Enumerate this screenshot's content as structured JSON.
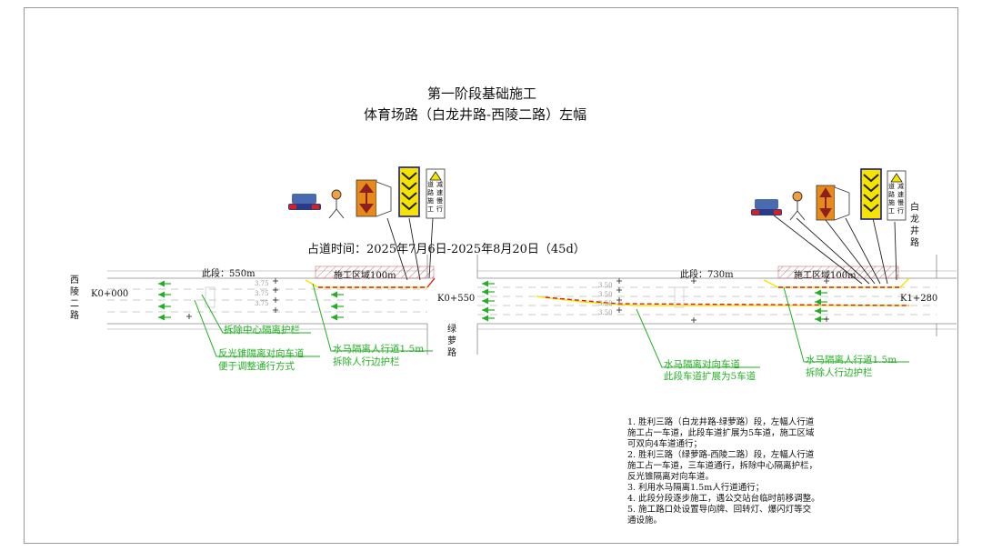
{
  "title": {
    "line1": "第一阶段基础施工",
    "line2": "体育场路（白龙井路-西陵二路）左幅"
  },
  "occupy_time": "占道时间：2025年7月6日-2025年8月20日（45d）",
  "roads": {
    "west": [
      "西",
      "陵",
      "二",
      "路"
    ],
    "middle": [
      "绿",
      "萝",
      "路"
    ],
    "east": [
      "白",
      "龙",
      "井",
      "路"
    ]
  },
  "chainage": {
    "start": "K0+000",
    "mid": "K0+550",
    "end": "K1+280"
  },
  "segments": {
    "seg1": "此段：550m",
    "seg2": "此段：730m"
  },
  "zones": {
    "zone1": "施工区域100m",
    "zone2": "施工区域100m"
  },
  "lane_widths": {
    "w1": "3.75",
    "w2": "3.75",
    "w3": "3.75",
    "w4": "3.50",
    "w5": "3.50",
    "w6": "3.50",
    "w7": "3.50"
  },
  "annotations": {
    "a1": "拆除中心隔离护栏",
    "a2a": "反光锥隔离对向车道",
    "a2b": "便于调整通行方式",
    "a3a": "水马隔离人行道1.5m",
    "a3b": "拆除人行边护栏",
    "a4a": "水马隔离对向车道",
    "a4b": "此段车道扩展为5车道",
    "a5a": "水马隔离人行道1.5m",
    "a5b": "拆除人行边护栏"
  },
  "sign_text": {
    "slow1": [
      "减",
      "速",
      "慢",
      "行"
    ],
    "road1": [
      "道",
      "路",
      "施",
      "工"
    ]
  },
  "notes": [
    "1. 胜利三路（白龙井路-绿萝路）段，左幅人行道",
    "施工占一车道，此段车道扩展为5车道，施工区域",
    "可双向4车道通行；",
    "2. 胜利三路（绿萝路-西陵二路）段，左幅人行道",
    "施工占一车道，三车道通行，拆除中心隔离护栏，",
    "反光锥隔离对向车道。",
    "3. 利用水马隔离1.5m人行道通行；",
    "4. 此段分段逐步施工，遇公交站台临时前移调整。",
    "5. 施工路口处设置导向牌、回转灯、爆闪灯等交",
    "通设施。"
  ],
  "colors": {
    "green": "#22b022",
    "red": "#d42020",
    "yellow": "#f5e400",
    "orange": "#e88a1a",
    "hatch": "#c9707a"
  }
}
